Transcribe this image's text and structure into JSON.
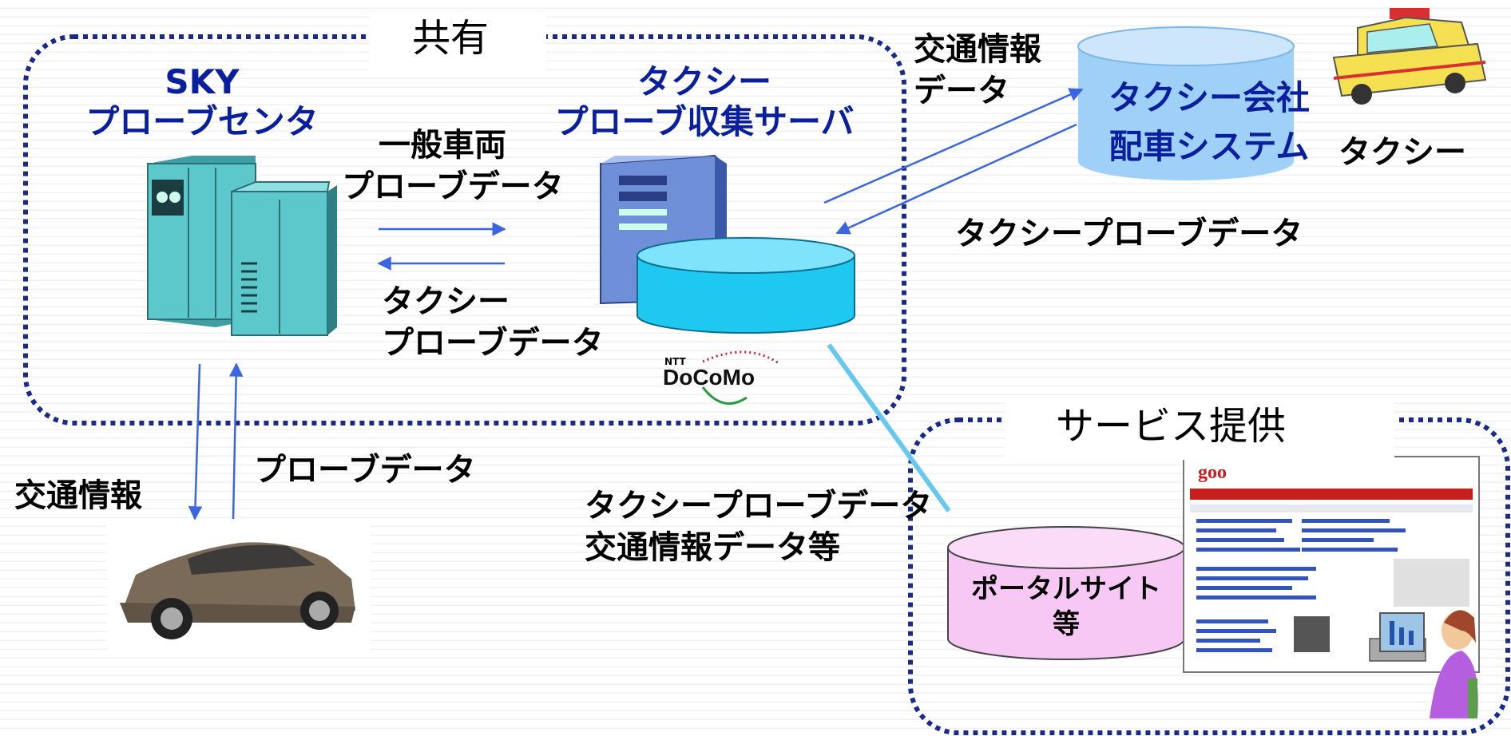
{
  "shared_title": "共有",
  "service_title": "サービス提供",
  "sky_center": {
    "line1": "SKY",
    "line2": "プローブセンタ"
  },
  "probe_server": {
    "line1": "タクシー",
    "line2": "プローブ収集サーバ"
  },
  "taxi_company": {
    "line1": "タクシー会社",
    "line2": "配車システム"
  },
  "taxi_label": "タクシー",
  "general_vehicle_probe": {
    "line1": "一般車両",
    "line2": "プローブデータ"
  },
  "taxi_probe_to_center": {
    "line1": "タクシー",
    "line2": "プローブデータ"
  },
  "traffic_info_to_taxi": {
    "line1": "交通情報",
    "line2": "データ"
  },
  "taxi_probe_from_company": "タクシープローブデータ",
  "traffic_info_to_car": "交通情報",
  "probe_from_car": "プローブデータ",
  "to_portal": {
    "line1": "タクシープローブデータ",
    "line2": "交通情報データ等"
  },
  "portal_site": {
    "line1": "ポータルサイト",
    "line2": "等"
  },
  "docomo_logo": {
    "top": "NTT",
    "main": "DoCoMo"
  },
  "website_logo": "goo",
  "colors": {
    "dotted_border": "#1a2a8a",
    "arrow": "#3a66e0",
    "heading_blue": "#0a1f9e",
    "server_cylinder": "#1ec8f0",
    "taxi_cylinder": "#9fd0f8",
    "portal_cylinder": "#f8c8f4",
    "center_machine": "#5cc8cc",
    "diagonal_link": "#66c8ee"
  }
}
